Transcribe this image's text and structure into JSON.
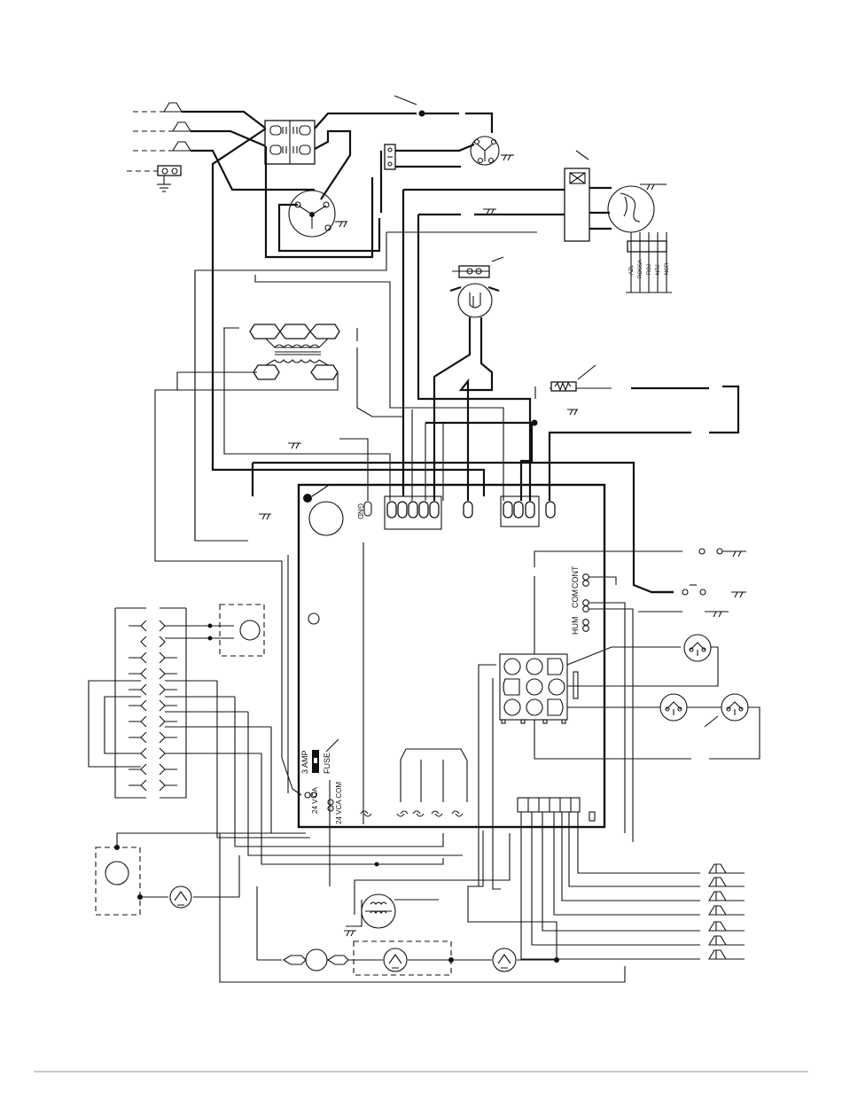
{
  "board": {
    "fuse_label": "FUSE",
    "fuse_rating": "3 AMP",
    "terminal_24v": "24 V CA",
    "terminal_24v_com": "24 VCA COM",
    "terminal_gnd": "GND",
    "terminal_hum": "HUM",
    "terminal_com": "COM",
    "terminal_cont": "CONT"
  },
  "motor_leads": [
    "AZL",
    "ROSSA",
    "ROJ",
    "NRJ",
    "NGR"
  ],
  "icons": [
    "terminal-icon",
    "ground-icon",
    "motor-icon",
    "transformer-icon",
    "switch-icon",
    "fuse-icon",
    "capacitor-icon"
  ]
}
